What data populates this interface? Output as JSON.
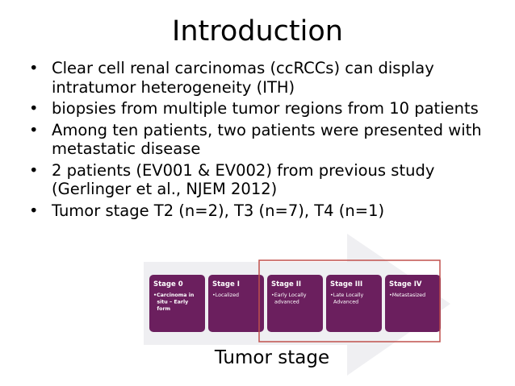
{
  "slide": {
    "title": "Introduction",
    "bullets": [
      {
        "lines": [
          "Clear cell renal carcinomas (ccRCCs) can display",
          "intratumor heterogeneity (ITH)"
        ]
      },
      {
        "lines": [
          "biopsies from multiple tumor regions from 10 patients"
        ]
      },
      {
        "lines": [
          "Among ten patients, two patients were presented with",
          "metastatic disease"
        ]
      },
      {
        "lines": [
          "2 patients (EV001 & EV002) from previous study",
          "(Gerlinger et al., NJEM 2012)"
        ]
      },
      {
        "lines": [
          "Tumor stage T2 (n=2), T3 (n=7), T4 (n=1)"
        ]
      }
    ],
    "bullet_glyph": "•"
  },
  "diagram": {
    "stages": [
      {
        "title": "Stage 0",
        "items": [
          "Carcinoma in",
          "situ – Early",
          "form"
        ]
      },
      {
        "title": "Stage I",
        "items": [
          "Localized"
        ]
      },
      {
        "title": "Stage II",
        "items": [
          "Early Locally",
          "advanced"
        ]
      },
      {
        "title": "Stage III",
        "items": [
          "Late Locally",
          "Advanced"
        ]
      },
      {
        "title": "Stage IV",
        "items": [
          "Metastasized"
        ]
      }
    ],
    "caption": "Tumor stage",
    "colors": {
      "box": "#6b1f5e",
      "box_text": "#ffffff",
      "arrow": "#efeff2",
      "highlight": "#c0504d"
    }
  }
}
